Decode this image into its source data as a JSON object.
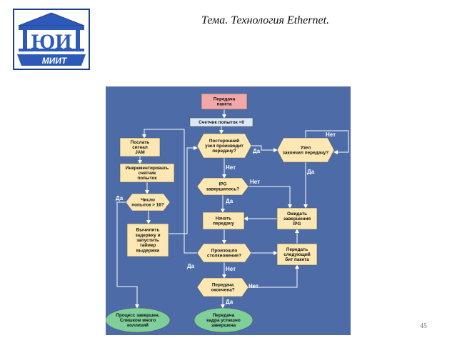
{
  "header": {
    "title": "Тема. Технология Ethernet.",
    "logo_text": "ЮИ",
    "logo_subtext": "МИИТ"
  },
  "footer": {
    "page_number": "45"
  },
  "colors": {
    "panel_bg": "#4d6ba7",
    "start_node": "#f2a7a9",
    "process_node": "#fde8b3",
    "decision_node": "#fde8b3",
    "counter_node": "#dbe9f7",
    "end_node": "#7fcf9a",
    "edge": "#ffffff"
  },
  "diagram": {
    "nodes": [
      {
        "id": "start",
        "shape": "rect",
        "lines": [
          "Передача",
          "пакета"
        ]
      },
      {
        "id": "counter",
        "shape": "rect",
        "lines": [
          "Счетчик попыток =0"
        ]
      },
      {
        "id": "busy",
        "shape": "hex",
        "lines": [
          "Посторонний",
          "узел производит",
          "передачу?"
        ]
      },
      {
        "id": "finished",
        "shape": "hex",
        "lines": [
          "Узел",
          "закончил передачу?"
        ]
      },
      {
        "id": "jam",
        "shape": "rect",
        "lines": [
          "Послать",
          "сигнал",
          "JAM"
        ]
      },
      {
        "id": "inc",
        "shape": "rect",
        "lines": [
          "Инкрементировать",
          "счетчик",
          "попыток"
        ]
      },
      {
        "id": "count",
        "shape": "hex",
        "lines": [
          "Число",
          "попыток > 16?"
        ]
      },
      {
        "id": "ipg",
        "shape": "hex",
        "lines": [
          "IPG",
          "завершилось?"
        ]
      },
      {
        "id": "wait",
        "shape": "rect",
        "lines": [
          "Ожидать",
          "завершения",
          "IPG"
        ]
      },
      {
        "id": "begin",
        "shape": "rect",
        "lines": [
          "Начать",
          "передачу"
        ]
      },
      {
        "id": "delay",
        "shape": "rect",
        "lines": [
          "Вычилить",
          "задержку и",
          "запустить",
          "таймер",
          "выдержки"
        ]
      },
      {
        "id": "collision",
        "shape": "hex",
        "lines": [
          "Произошло",
          "столкновение?"
        ]
      },
      {
        "id": "nextbit",
        "shape": "rect",
        "lines": [
          "Передать",
          "следующий",
          "бит пакета"
        ]
      },
      {
        "id": "done",
        "shape": "hex",
        "lines": [
          "Передача",
          "окончена?"
        ]
      },
      {
        "id": "fail",
        "shape": "ellipse",
        "lines": [
          "Процесс завершен.",
          "Слишком много",
          "коллизий"
        ]
      },
      {
        "id": "ok",
        "shape": "ellipse",
        "lines": [
          "Передача",
          "кадра успешно",
          "завершена"
        ]
      }
    ],
    "edge_labels": {
      "busy_yes": "Да",
      "busy_no": "Нет",
      "finished_no": "Нет",
      "finished_yes": "Да",
      "ipg_no": "Нет",
      "ipg_yes": "Да",
      "count_yes": "Да",
      "collision_yes": "Да",
      "collision_no": "Нет",
      "done_no": "Нет",
      "done_yes": "Да"
    }
  }
}
